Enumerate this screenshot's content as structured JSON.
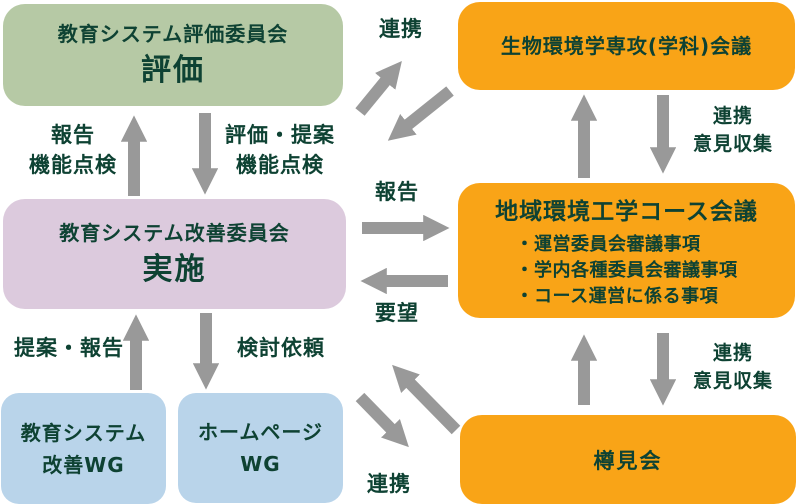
{
  "colors": {
    "green": "#b6c9a5",
    "orange": "#f9a417",
    "pink": "#dccadd",
    "blue": "#b9d4ea",
    "arrow": "#999999",
    "text": "#0e4233"
  },
  "boxes": {
    "evaluation": {
      "title": "教育システム評価委員会",
      "subtitle": "評価"
    },
    "department_meeting": {
      "title": "生物環境学専攻(学科)会議"
    },
    "improvement": {
      "title": "教育システム改善委員会",
      "subtitle": "実施"
    },
    "course_meeting": {
      "title": "地域環境工学コース会議",
      "items": [
        "・運営委員会審議事項",
        "・学内各種委員会審議事項",
        "・コース運営に係る事項"
      ]
    },
    "improvement_wg": {
      "line1": "教育システム",
      "line2": "改善WG"
    },
    "homepage_wg": {
      "line1": "ホームページ",
      "line2": "WG"
    },
    "tarumikai": {
      "title": "樽見会"
    }
  },
  "labels": {
    "left_up": {
      "line1": "報告",
      "line2": "機能点検"
    },
    "left_down": {
      "line1": "評価・提案",
      "line2": "機能点検"
    },
    "renkei_top": "連携",
    "report_mid": "報告",
    "request_mid": "要望",
    "proposal_report": "提案・報告",
    "review_request": "検討依頼",
    "renkei_right_top": {
      "line1": "連携",
      "line2": "意見収集"
    },
    "renkei_right_bottom": {
      "line1": "連携",
      "line2": "意見収集"
    },
    "renkei_bottom": "連携"
  }
}
